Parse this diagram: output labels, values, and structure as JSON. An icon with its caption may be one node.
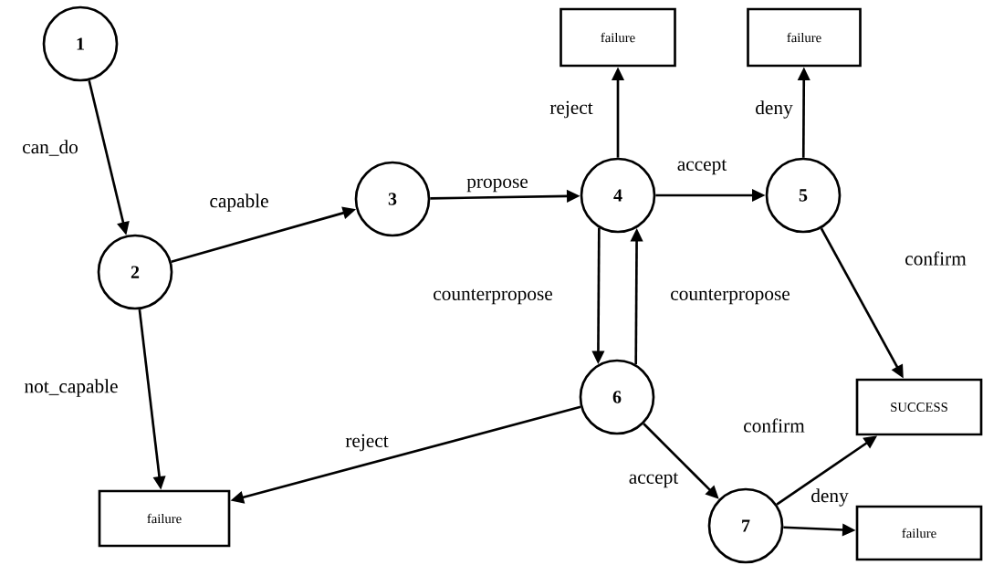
{
  "diagram": {
    "nodes": [
      {
        "text": [
          "1"
        ]
      },
      {
        "text": [
          "2"
        ]
      },
      {
        "text": [
          "3"
        ]
      },
      {
        "text": [
          "failure"
        ]
      },
      {
        "text": [
          "failure"
        ]
      },
      {
        "text": [
          "4"
        ]
      },
      {
        "text": [
          "5"
        ]
      },
      {
        "text": [
          "6"
        ]
      },
      {
        "text": [
          "SUCCESS"
        ]
      },
      {
        "text": [
          "failure"
        ]
      },
      {
        "text": [
          "7"
        ]
      },
      {
        "text": [
          "failure"
        ]
      }
    ],
    "edges": [
      {
        "from": 0,
        "to": 1,
        "arrow": "to",
        "label": "can_do"
      },
      {
        "from": 1,
        "to": 2,
        "arrow": "to",
        "label": "capable"
      },
      {
        "from": 1,
        "to": 9,
        "arrow": "to",
        "label": "not_capable"
      },
      {
        "from": 2,
        "to": 5,
        "arrow": "to",
        "label": "propose"
      },
      {
        "from": 5,
        "to": 3,
        "arrow": "to",
        "label": "reject"
      },
      {
        "from": 5,
        "to": 6,
        "arrow": "to",
        "label": "accept"
      },
      {
        "from": 6,
        "to": 4,
        "arrow": "to",
        "label": "deny"
      },
      {
        "from": 6,
        "to": 8,
        "arrow": "to",
        "label": "confirm"
      },
      {
        "from": 5,
        "to": 7,
        "arrow": "to",
        "label": "counterpropose"
      },
      {
        "from": 7,
        "to": 5,
        "arrow": "to",
        "label": "counterpropose"
      },
      {
        "from": 7,
        "to": 9,
        "arrow": "to",
        "label": "reject"
      },
      {
        "from": 7,
        "to": 10,
        "arrow": "to",
        "label": "accept"
      },
      {
        "from": 10,
        "to": 8,
        "arrow": "to",
        "label": "confirm"
      },
      {
        "from": 10,
        "to": 11,
        "arrow": "to",
        "label": "deny"
      }
    ]
  }
}
